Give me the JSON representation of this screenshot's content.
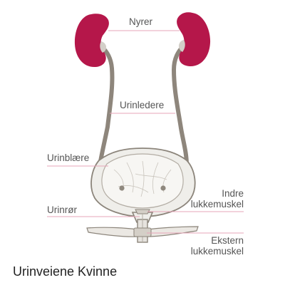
{
  "title": "Urinveiene Kvinne",
  "labels": {
    "kidneys": "Nyrer",
    "ureter": "Urinledere",
    "bladder": "Urinblære",
    "urethra": "Urinrør",
    "internal_sphincter_line1": "Indre",
    "internal_sphincter_line2": "lukkemuskel",
    "external_sphincter_line1": "Ekstern",
    "external_sphincter_line2": "lukkemuskel"
  },
  "colors": {
    "kidney": "#b5174a",
    "ureter": "#8e867c",
    "leader_line": "#e7a5b8",
    "bladder_fill": "#f2f1ee",
    "outline": "#8c857b"
  }
}
